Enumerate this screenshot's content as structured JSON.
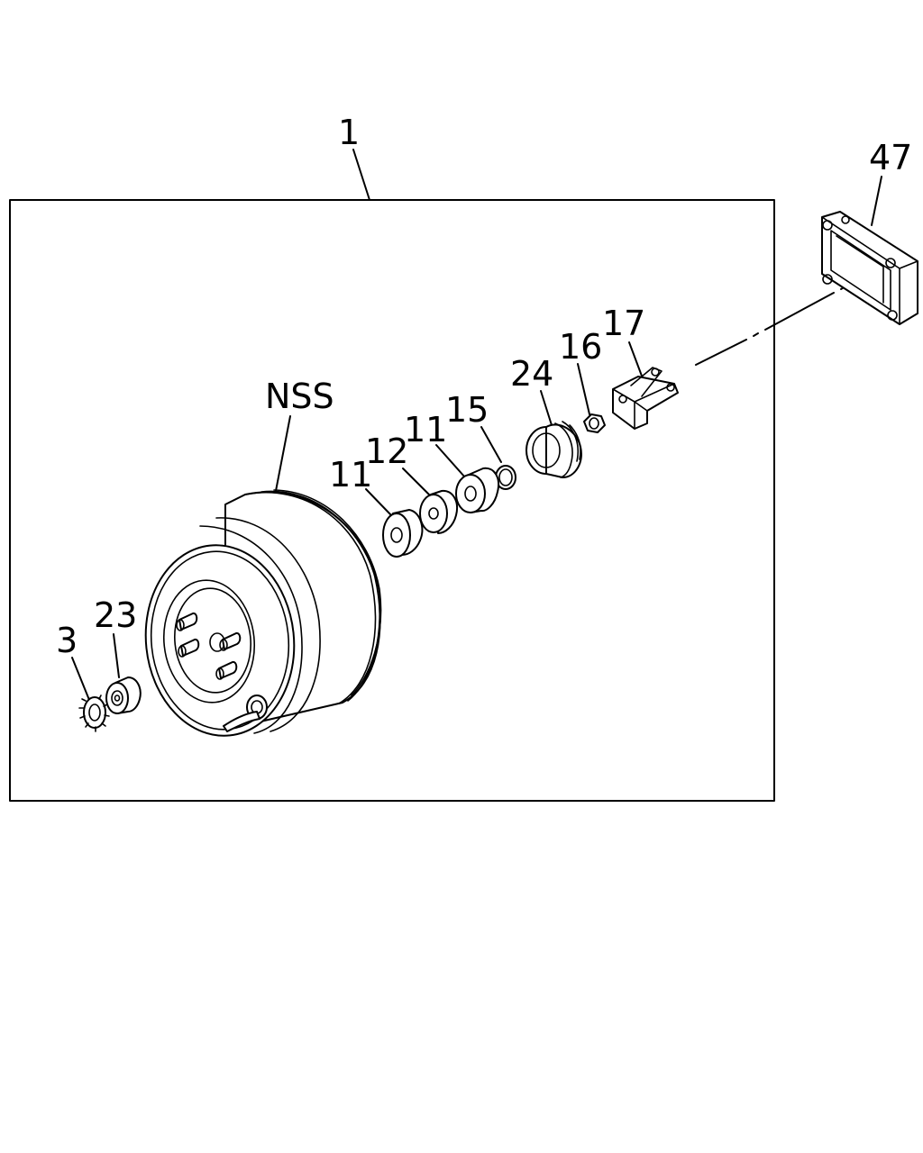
{
  "callouts": {
    "assembly": "1",
    "bracket": "47",
    "clevis": "17",
    "nut": "16",
    "boot": "24",
    "ring": "15",
    "grommet_a": "11",
    "washer": "12",
    "grommet_b": "11",
    "booster": "NSS",
    "seal": "23",
    "lock_washer": "3"
  },
  "colors": {
    "line": "#000000",
    "background": "#ffffff"
  }
}
